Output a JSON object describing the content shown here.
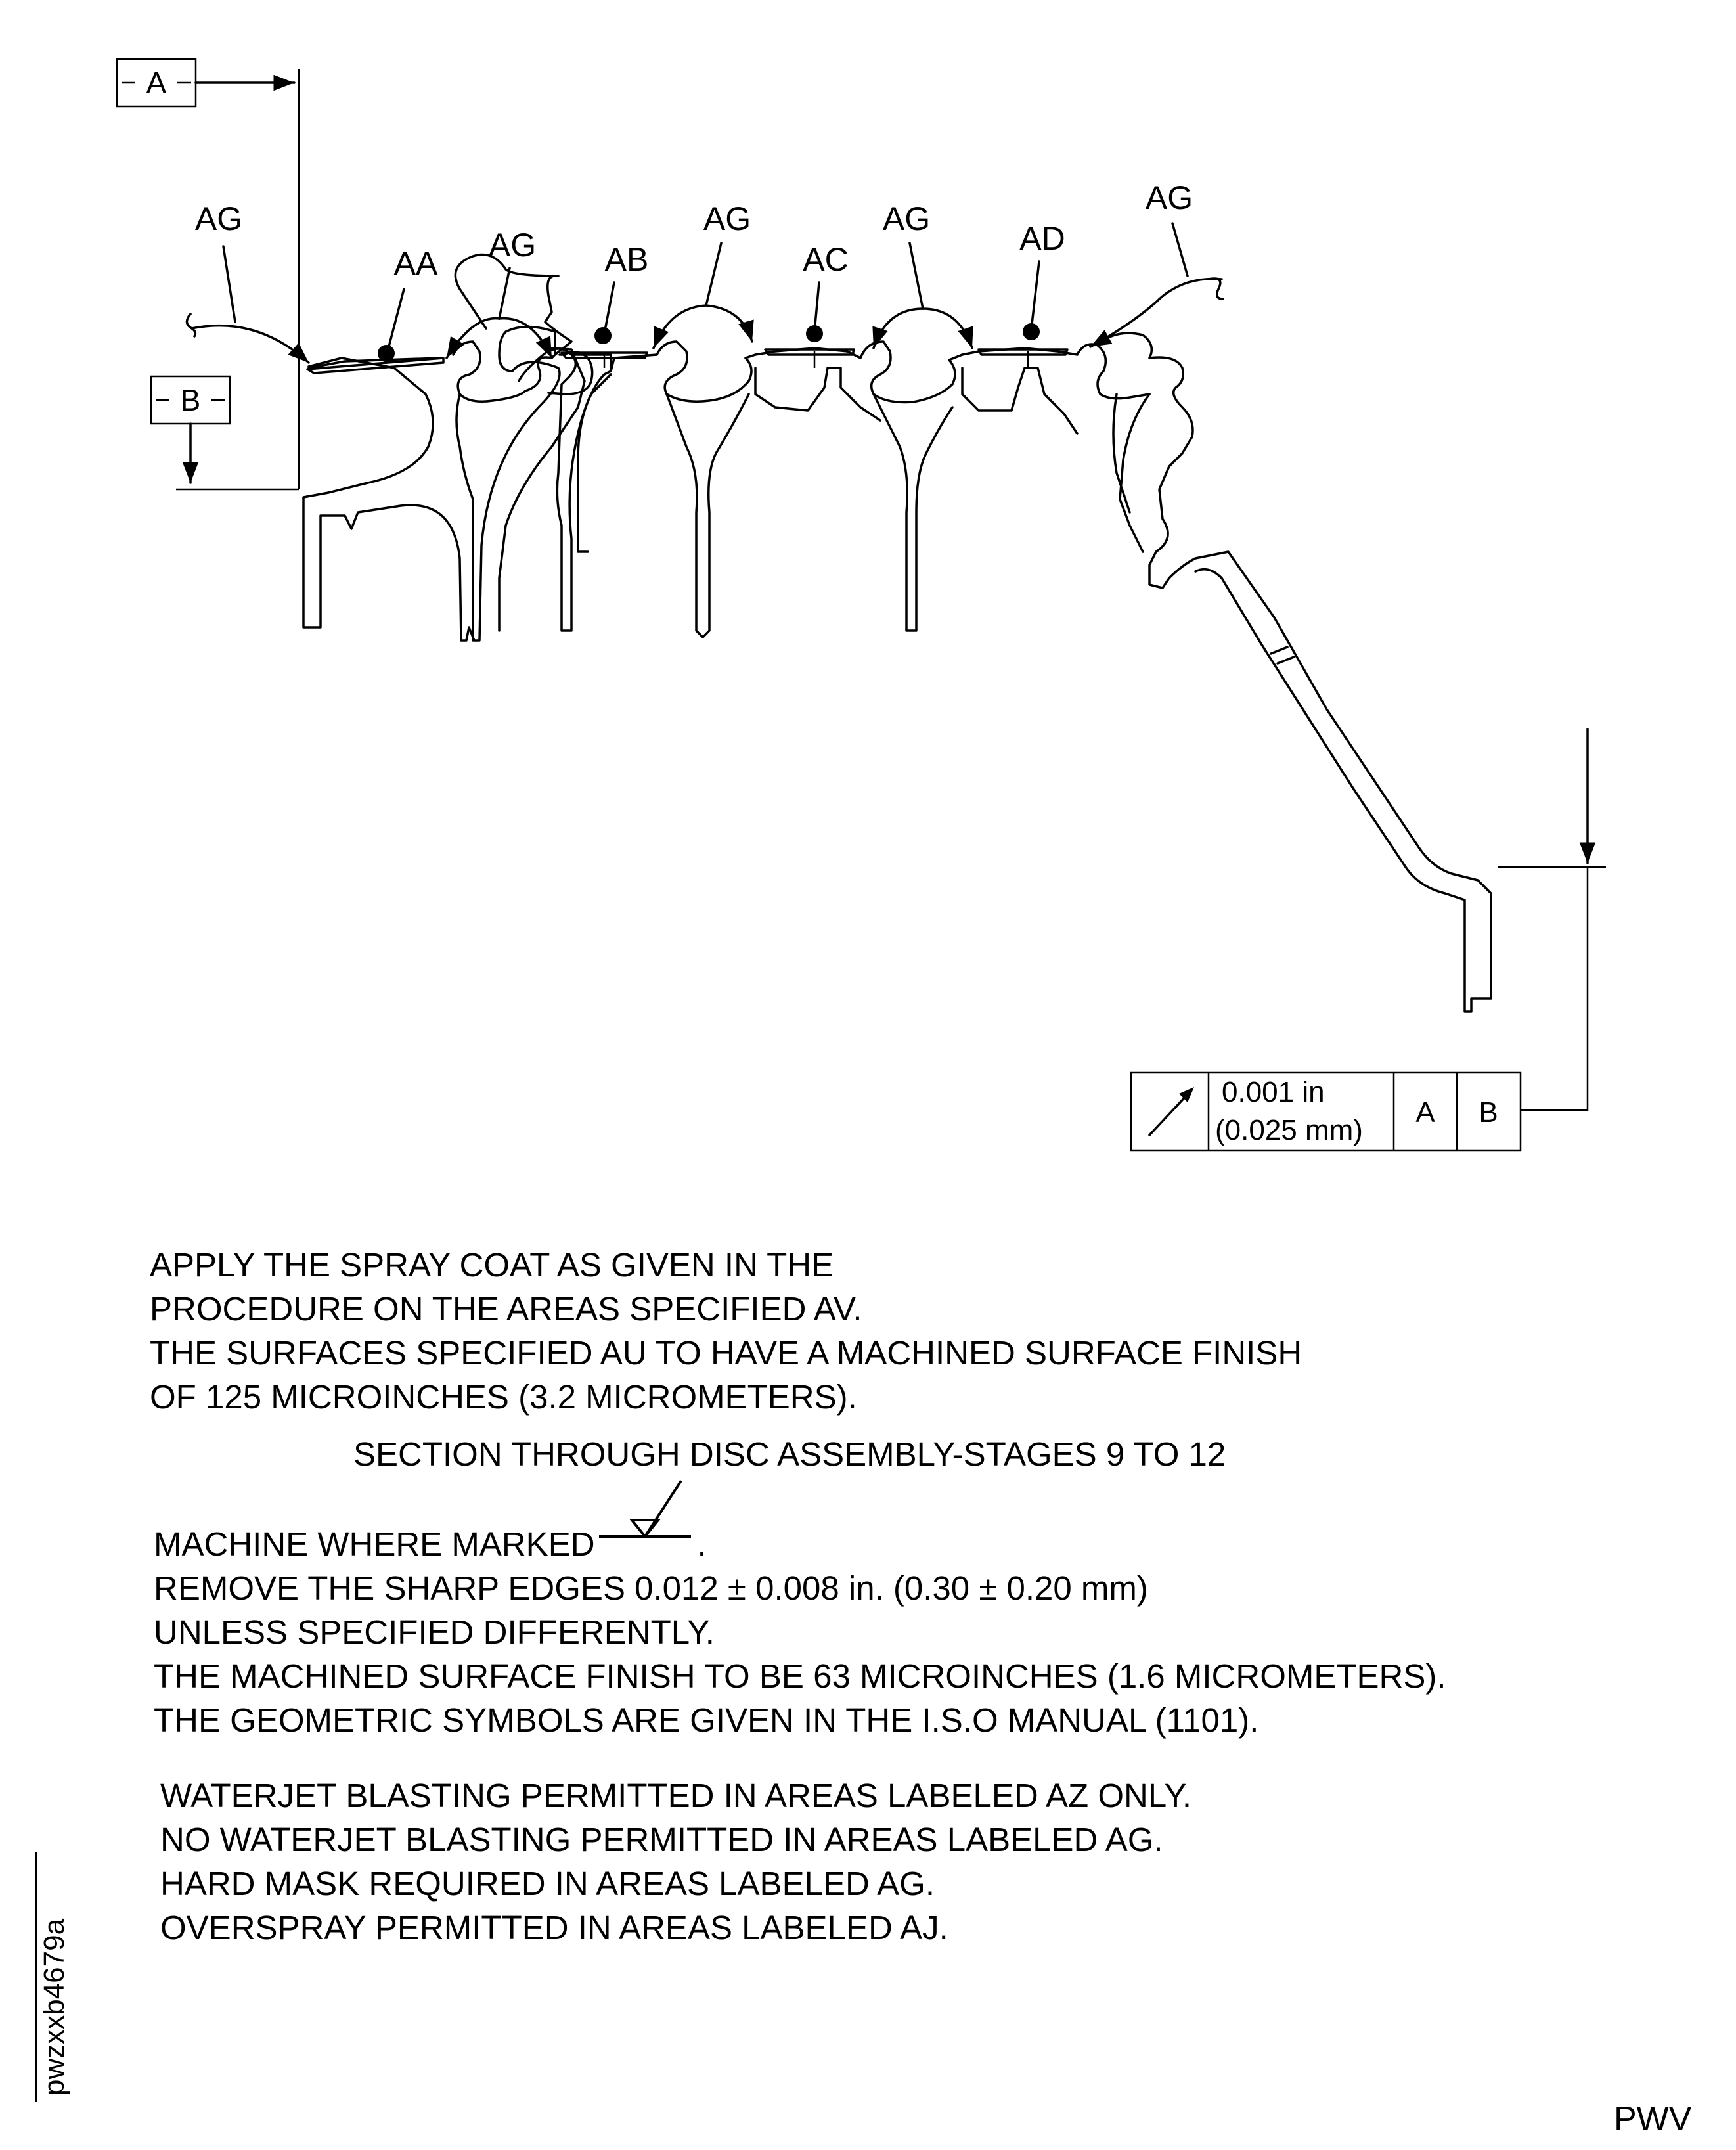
{
  "labels": {
    "datum_a": "A",
    "datum_b": "B",
    "surface_aa": "AA",
    "surface_ab": "AB",
    "surface_ac": "AC",
    "surface_ad": "AD",
    "surface_ag": "AG"
  },
  "tolerance_frame": {
    "symbol": "runout-arrow-icon",
    "value_in": "0.001 in",
    "value_mm": "(0.025 mm)",
    "datum_1": "A",
    "datum_2": "B"
  },
  "notes_spray": [
    "APPLY THE SPRAY COAT AS GIVEN IN THE",
    "PROCEDURE ON THE AREAS SPECIFIED AV.",
    "THE SURFACES SPECIFIED AU TO HAVE A MACHINED SURFACE FINISH",
    "OF 125 MICROINCHES (3.2 MICROMETERS)."
  ],
  "caption": "SECTION THROUGH DISC ASSEMBLY-STAGES 9 TO 12",
  "notes_machining": {
    "machine_where_marked": "MACHINE WHERE MARKED",
    "machine_symbol": "machining-symbol-icon",
    "machine_suffix": ".",
    "lines": [
      "REMOVE THE SHARP EDGES 0.012 ± 0.008 in. (0.30 ± 0.20 mm)",
      "UNLESS SPECIFIED DIFFERENTLY.",
      "THE MACHINED SURFACE FINISH TO BE 63 MICROINCHES (1.6 MICROMETERS).",
      "THE GEOMETRIC SYMBOLS ARE GIVEN IN THE I.S.O MANUAL (1101)."
    ]
  },
  "notes_waterjet": [
    "WATERJET BLASTING PERMITTED IN AREAS LABELED AZ ONLY.",
    "NO WATERJET BLASTING PERMITTED IN AREAS LABELED AG.",
    "HARD MASK REQUIRED IN AREAS LABELED AG.",
    "OVERSPRAY PERMITTED IN AREAS LABELED AJ."
  ],
  "figure_id": "pwzxxb4679a",
  "brand": "PWV"
}
